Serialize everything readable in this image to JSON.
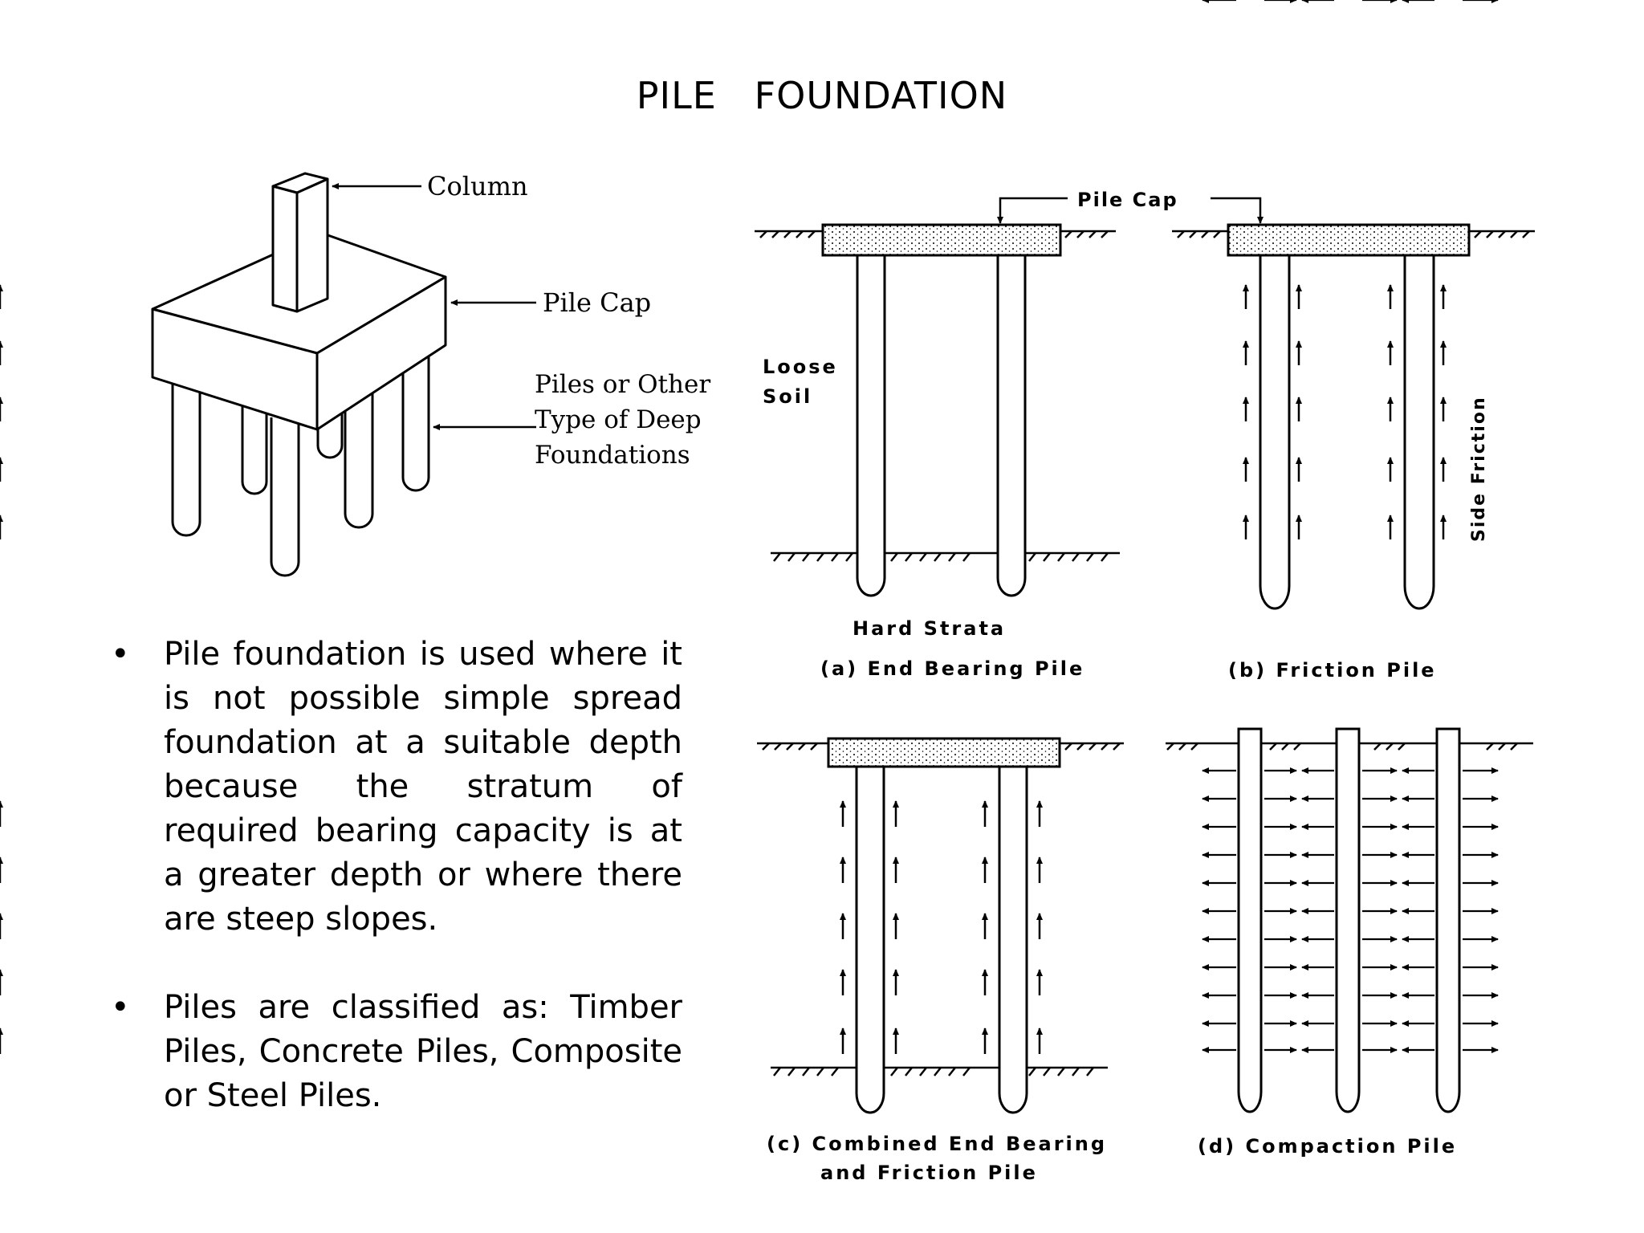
{
  "title": "PILE   FOUNDATION",
  "iso": {
    "column": "Column",
    "pile_cap": "Pile Cap",
    "piles": [
      "Piles or Other",
      "Type of Deep",
      "Foundations"
    ]
  },
  "panels": {
    "pile_cap": "Pile  Cap",
    "loose_soil": [
      "Loose",
      "Soil"
    ],
    "hard_strata": "Hard  Strata",
    "side_friction": "Side  Friction",
    "a": "(a)  End  Bearing  Pile",
    "b": "(b)  Friction  Pile",
    "c": [
      "(c)  Combined  End  Bearing",
      "and  Friction  Pile"
    ],
    "d": "(d)  Compaction  Pile"
  },
  "bullet_symbol": "•",
  "bullets": [
    "Pile foundation is used where it is not possible simple spread foundation at a suitable depth because the stratum of required bearing capacity is at a greater depth or where there are steep slopes.",
    "Piles are classified as: Timber Piles, Concrete Piles, Composite or Steel Piles."
  ]
}
